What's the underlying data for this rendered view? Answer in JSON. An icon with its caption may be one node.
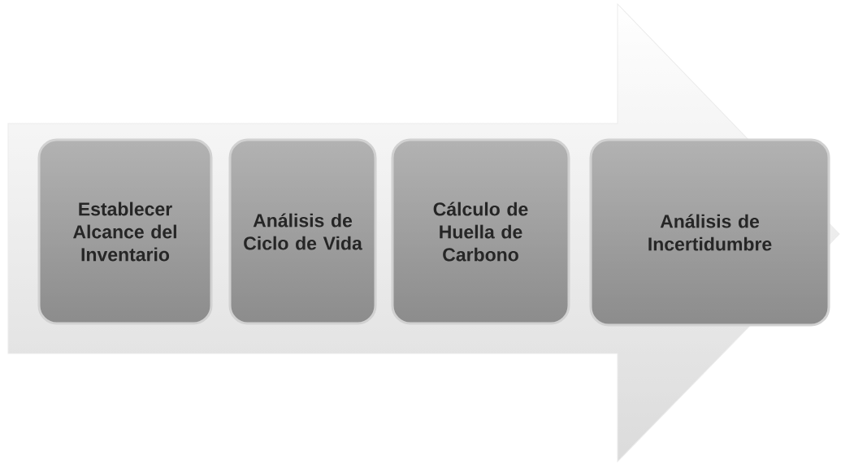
{
  "diagram": {
    "nodes": [
      {
        "text": [
          "Establecer Alcance del Inventario"
        ]
      },
      {
        "text": [
          "Análisis de Ciclo de Vida"
        ]
      },
      {
        "text": [
          "Cálculo de Huella de Carbono"
        ]
      },
      {
        "text": [
          "Análisis de Incertidumbre"
        ]
      }
    ]
  }
}
